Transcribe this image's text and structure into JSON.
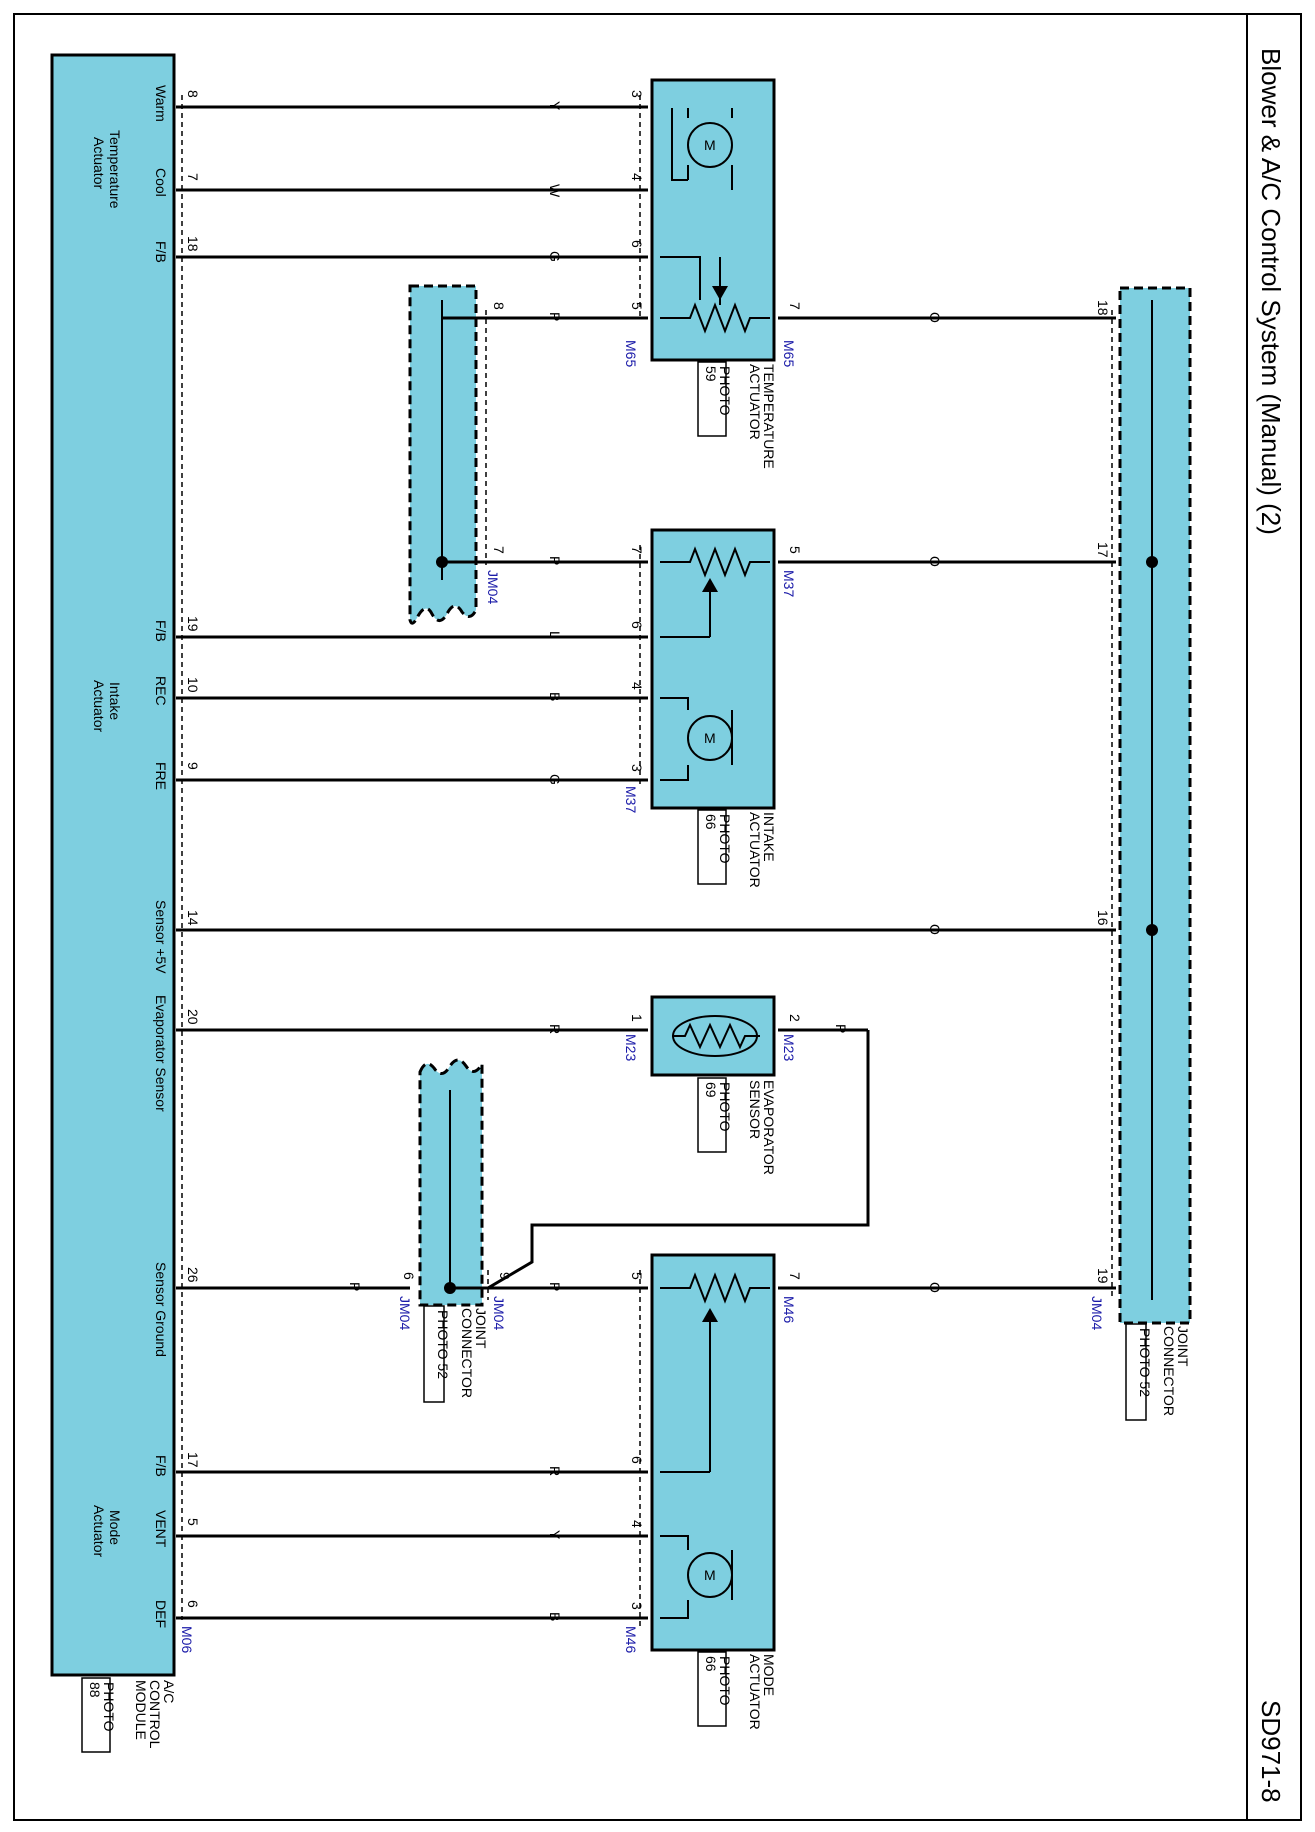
{
  "title": "Blower & A/C Control System (Manual) (2)",
  "page_code": "SD971-8",
  "colors": {
    "component_fill": "#7ecfe0",
    "wire": "#000000",
    "connector_id": "#1a1aa8"
  },
  "module": {
    "name_lines": [
      "A/C",
      "CONTROL",
      "MODULE"
    ],
    "photo_lines": [
      "PHOTO",
      "88"
    ],
    "connector": "M06",
    "group_temp": [
      "Temperature",
      "Actuator"
    ],
    "group_intake": [
      "Intake",
      "Actuator"
    ],
    "group_mode": [
      "Mode",
      "Actuator"
    ],
    "pins": [
      {
        "label": "Warm",
        "pin": "8",
        "wire": "Y",
        "act_pin": "3"
      },
      {
        "label": "Cool",
        "pin": "7",
        "wire": "W",
        "act_pin": "4"
      },
      {
        "label": "F/B",
        "pin": "18",
        "wire": "G",
        "act_pin": "6"
      },
      {
        "label": "F/B",
        "pin": "19",
        "wire": "L",
        "act_pin": "6"
      },
      {
        "label": "REC",
        "pin": "10",
        "wire": "B",
        "act_pin": "4"
      },
      {
        "label": "FRE",
        "pin": "9",
        "wire": "G",
        "act_pin": "3"
      },
      {
        "label": "Sensor +5V",
        "pin": "14",
        "wire": "O",
        "act_pin": "16"
      },
      {
        "label": "Evaporator Sensor",
        "pin": "20",
        "wire": "R",
        "act_pin": "1"
      },
      {
        "label": "Sensor Ground",
        "pin": "26",
        "wire": "P",
        "act_pin": "6"
      },
      {
        "label": "F/B",
        "pin": "17",
        "wire": "R",
        "act_pin": "6"
      },
      {
        "label": "VENT",
        "pin": "5",
        "wire": "Y",
        "act_pin": "4"
      },
      {
        "label": "DEF",
        "pin": "6",
        "wire": "B",
        "act_pin": "3"
      }
    ]
  },
  "temp_actuator": {
    "name_lines": [
      "TEMPERATURE",
      "ACTUATOR"
    ],
    "photo_lines": [
      "PHOTO",
      "59"
    ],
    "connector": "M65",
    "motor_label": "M",
    "pot_pin_left": "5",
    "pot_pin_right": "7",
    "pot_wire_left": "P",
    "pot_wire_right": "O"
  },
  "intake_actuator": {
    "name_lines": [
      "INTAKE",
      "ACTUATOR"
    ],
    "photo_lines": [
      "PHOTO",
      "66"
    ],
    "connector": "M37",
    "motor_label": "M",
    "pot_pin_left": "7",
    "pot_pin_right": "5",
    "pot_wire_left": "P",
    "pot_wire_right": "O"
  },
  "evap_sensor": {
    "name_lines": [
      "EVAPORATOR",
      "SENSOR"
    ],
    "photo_lines": [
      "PHOTO",
      "69"
    ],
    "connector": "M23",
    "pin_left": "1",
    "pin_right": "2",
    "wire_right": "P"
  },
  "mode_actuator": {
    "name_lines": [
      "MODE",
      "ACTUATOR"
    ],
    "photo_lines": [
      "PHOTO",
      "66"
    ],
    "connector": "M46",
    "motor_label": "M",
    "pot_pin_left": "5",
    "pot_pin_right": "7",
    "pot_wire_left": "P",
    "pot_wire_right": "O"
  },
  "joint_right": {
    "name_lines": [
      "JOINT",
      "CONNECTOR"
    ],
    "photo": "PHOTO 52",
    "connector": "JM04",
    "pins": [
      "18",
      "17",
      "16",
      "19"
    ]
  },
  "joint_left_top": {
    "connector": "JM04",
    "pins": [
      "8",
      "7"
    ]
  },
  "joint_left_bottom": {
    "name_lines": [
      "JOINT",
      "CONNECTOR"
    ],
    "photo": "PHOTO 52",
    "connector": "JM04",
    "pins": [
      "6",
      "9"
    ]
  }
}
